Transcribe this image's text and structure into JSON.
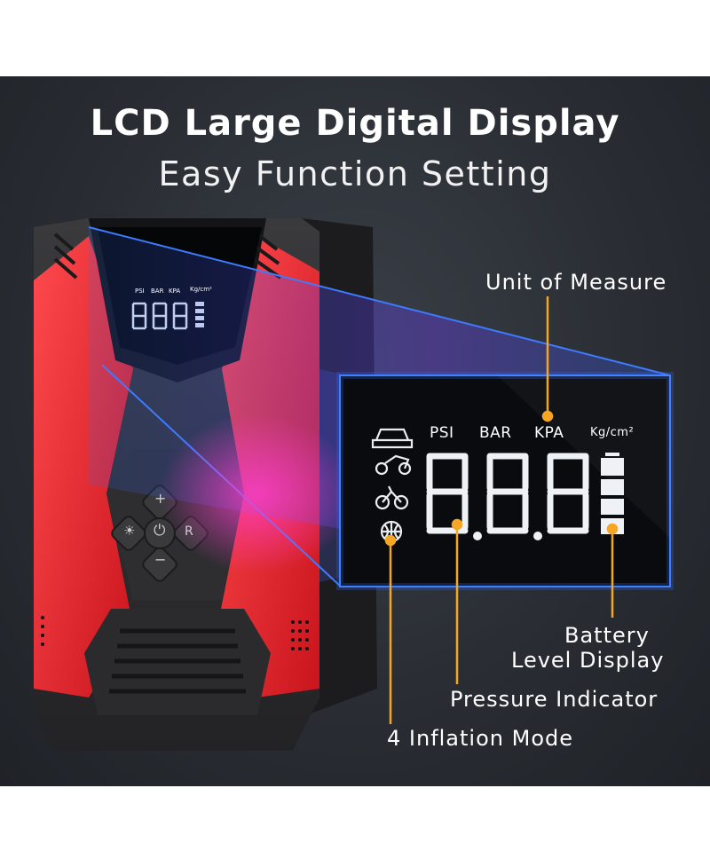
{
  "headline": {
    "title": "LCD Large Digital Display",
    "subtitle": "Easy Function Setting"
  },
  "callouts": {
    "unit_of_measure": "Unit of Measure",
    "battery_line1": "Battery",
    "battery_line2": "Level Display",
    "pressure_indicator": "Pressure Indicator",
    "inflation_mode": "4 Inflation Mode"
  },
  "lcd": {
    "units": [
      "PSI",
      "BAR",
      "KPA",
      "Kg/cm²"
    ],
    "readout": "8.8.8",
    "modes": [
      "car-icon",
      "motorcycle-icon",
      "bicycle-icon",
      "ball-icon"
    ],
    "battery_bars": 4
  },
  "buttons": {
    "plus": "+",
    "minus": "−",
    "reset": "R",
    "power": "power-icon",
    "light": "light-icon"
  },
  "colors": {
    "callout_line": "#f5a623",
    "device_red": "#e8242b",
    "device_dark": "#2b2b2d",
    "lcd_glow": "#2d6cff"
  }
}
